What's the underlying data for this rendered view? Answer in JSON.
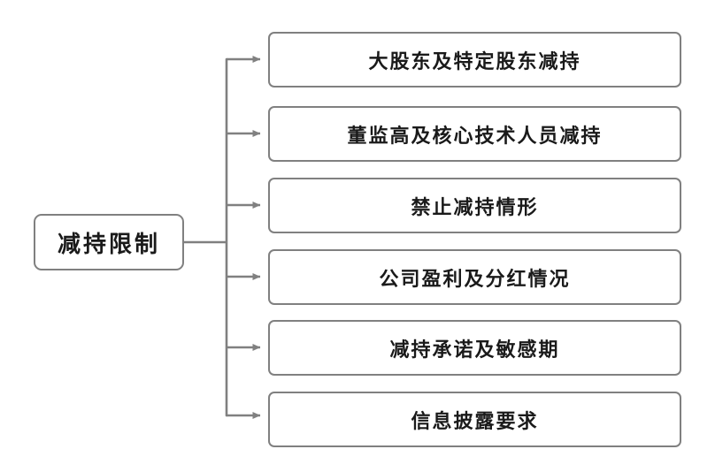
{
  "diagram": {
    "type": "tree-mindmap",
    "orientation": "left-to-right",
    "background_color": "#ffffff",
    "line_color": "#808080",
    "border_color": "#808080",
    "text_color": "#1a1a1a",
    "root": {
      "label": "减持限制"
    },
    "branches": [
      {
        "label": "大股东及特定股东减持"
      },
      {
        "label": "董监高及核心技术人员减持"
      },
      {
        "label": "禁止减持情形"
      },
      {
        "label": "公司盈利及分红情况"
      },
      {
        "label": "减持承诺及敏感期"
      },
      {
        "label": "信息披露要求"
      }
    ]
  }
}
